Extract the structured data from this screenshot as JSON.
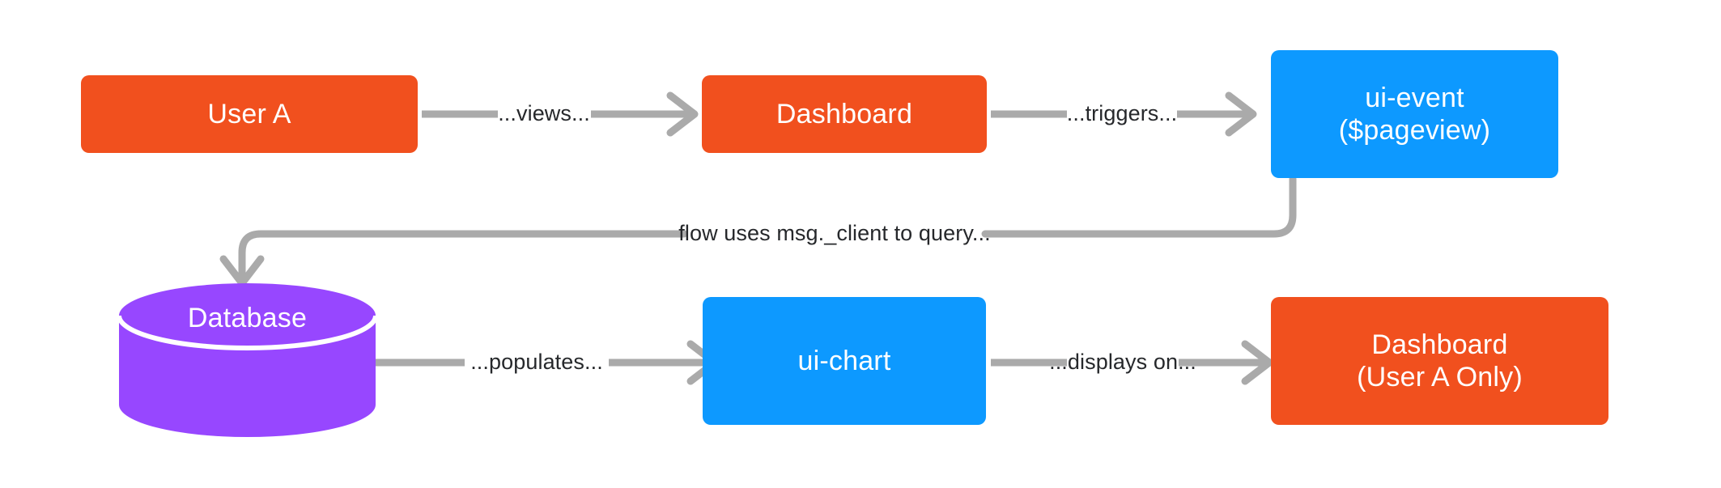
{
  "diagram": {
    "type": "flowchart",
    "background": "#ffffff",
    "palette": {
      "orange": "#f1501e",
      "blue": "#0d99ff",
      "purple": "#9747ff",
      "edge": "#aaaaaa",
      "label_text": "#26282b",
      "node_text": "#ffffff"
    },
    "nodes": [
      {
        "id": "user-a",
        "label": "User A",
        "label2": "",
        "shape": "rounded-rect",
        "color": "#f1501e"
      },
      {
        "id": "dashboard-top",
        "label": "Dashboard",
        "label2": "",
        "shape": "rounded-rect",
        "color": "#f1501e"
      },
      {
        "id": "ui-event",
        "label": "ui-event",
        "label2": "($pageview)",
        "shape": "rounded-rect",
        "color": "#0d99ff"
      },
      {
        "id": "database",
        "label": "Database",
        "label2": "",
        "shape": "cylinder",
        "color": "#9747ff"
      },
      {
        "id": "ui-chart",
        "label": "ui-chart",
        "label2": "",
        "shape": "rounded-rect",
        "color": "#0d99ff"
      },
      {
        "id": "dashboard-user-a",
        "label": "Dashboard",
        "label2": "(User A Only)",
        "shape": "rounded-rect",
        "color": "#f1501e"
      }
    ],
    "edges": [
      {
        "id": "views",
        "from": "user-a",
        "to": "dashboard-top",
        "label": "...views..."
      },
      {
        "id": "triggers",
        "from": "dashboard-top",
        "to": "ui-event",
        "label": "...triggers..."
      },
      {
        "id": "query",
        "from": "ui-event",
        "to": "database",
        "label": "flow uses msg._client to query..."
      },
      {
        "id": "populates",
        "from": "database",
        "to": "ui-chart",
        "label": "...populates..."
      },
      {
        "id": "displays",
        "from": "ui-chart",
        "to": "dashboard-user-a",
        "label": "...displays on..."
      }
    ]
  }
}
